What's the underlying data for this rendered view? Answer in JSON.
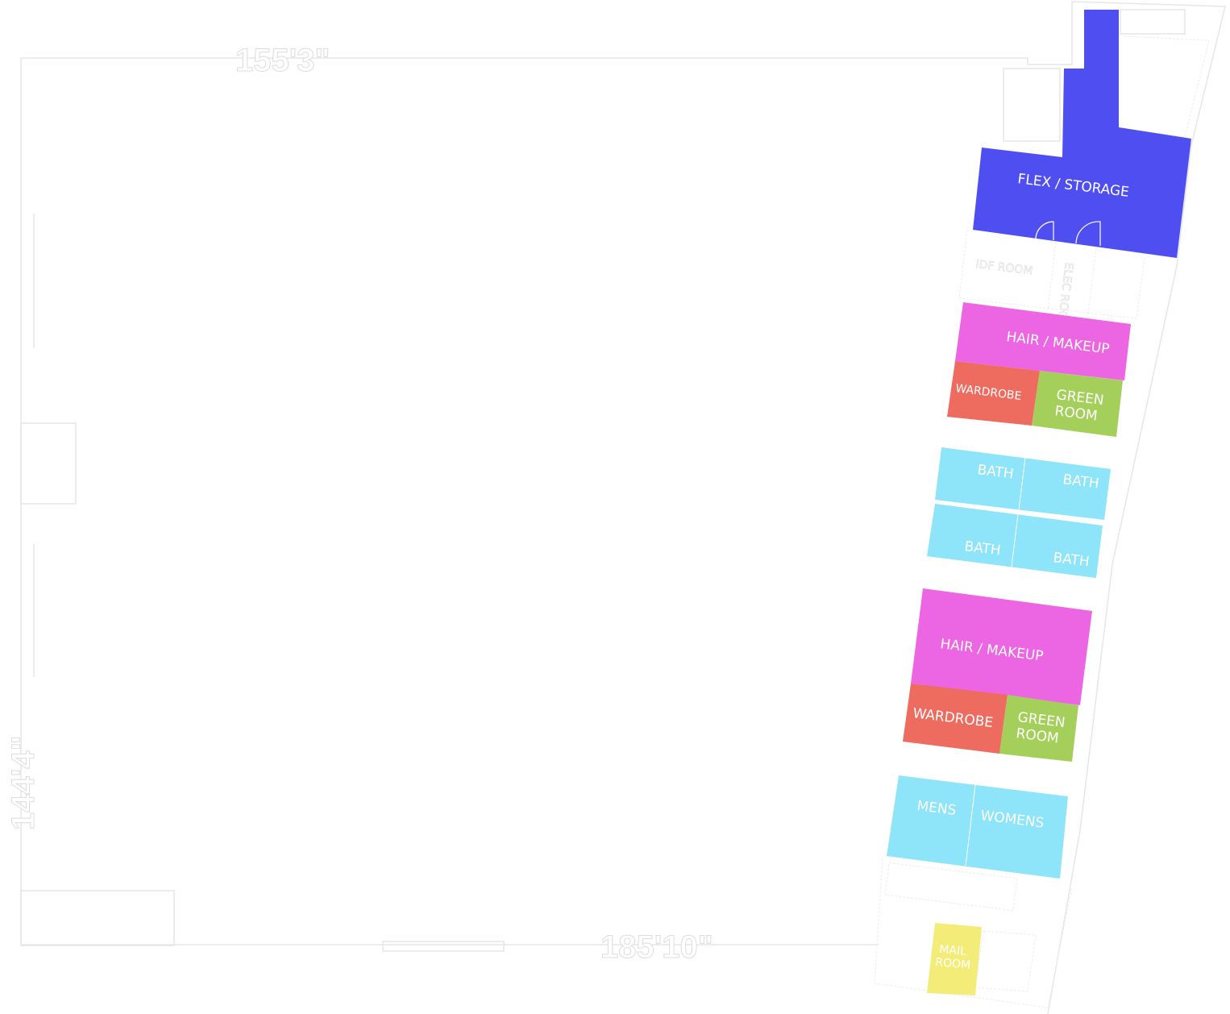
{
  "dimensions": {
    "top": "155'3\"",
    "bottom": "185'10\"",
    "left": "144'4\""
  },
  "colors": {
    "flex": "#4f4ef0",
    "hair_makeup": "#ec66e4",
    "wardrobe": "#ee6b60",
    "green_room": "#a5cf5b",
    "bath": "#8ee4f8",
    "mail": "#f3ec78"
  },
  "rooms": {
    "flex_storage": "FLEX / STORAGE",
    "idf_room": "IDF ROOM",
    "elec_room": "ELEC ROOM",
    "hair_makeup_1": "HAIR / MAKEUP",
    "wardrobe_1": "WARDROBE",
    "green_room_1": [
      "GREEN",
      "ROOM"
    ],
    "bath_1": "BATH",
    "bath_2": "BATH",
    "bath_3": "BATH",
    "bath_4": "BATH",
    "hair_makeup_2": "HAIR / MAKEUP",
    "wardrobe_2": "WARDROBE",
    "green_room_2": [
      "GREEN",
      "ROOM"
    ],
    "mens": "MENS",
    "womens": "WOMENS",
    "mail_room": [
      "MAIL",
      "ROOM"
    ]
  }
}
